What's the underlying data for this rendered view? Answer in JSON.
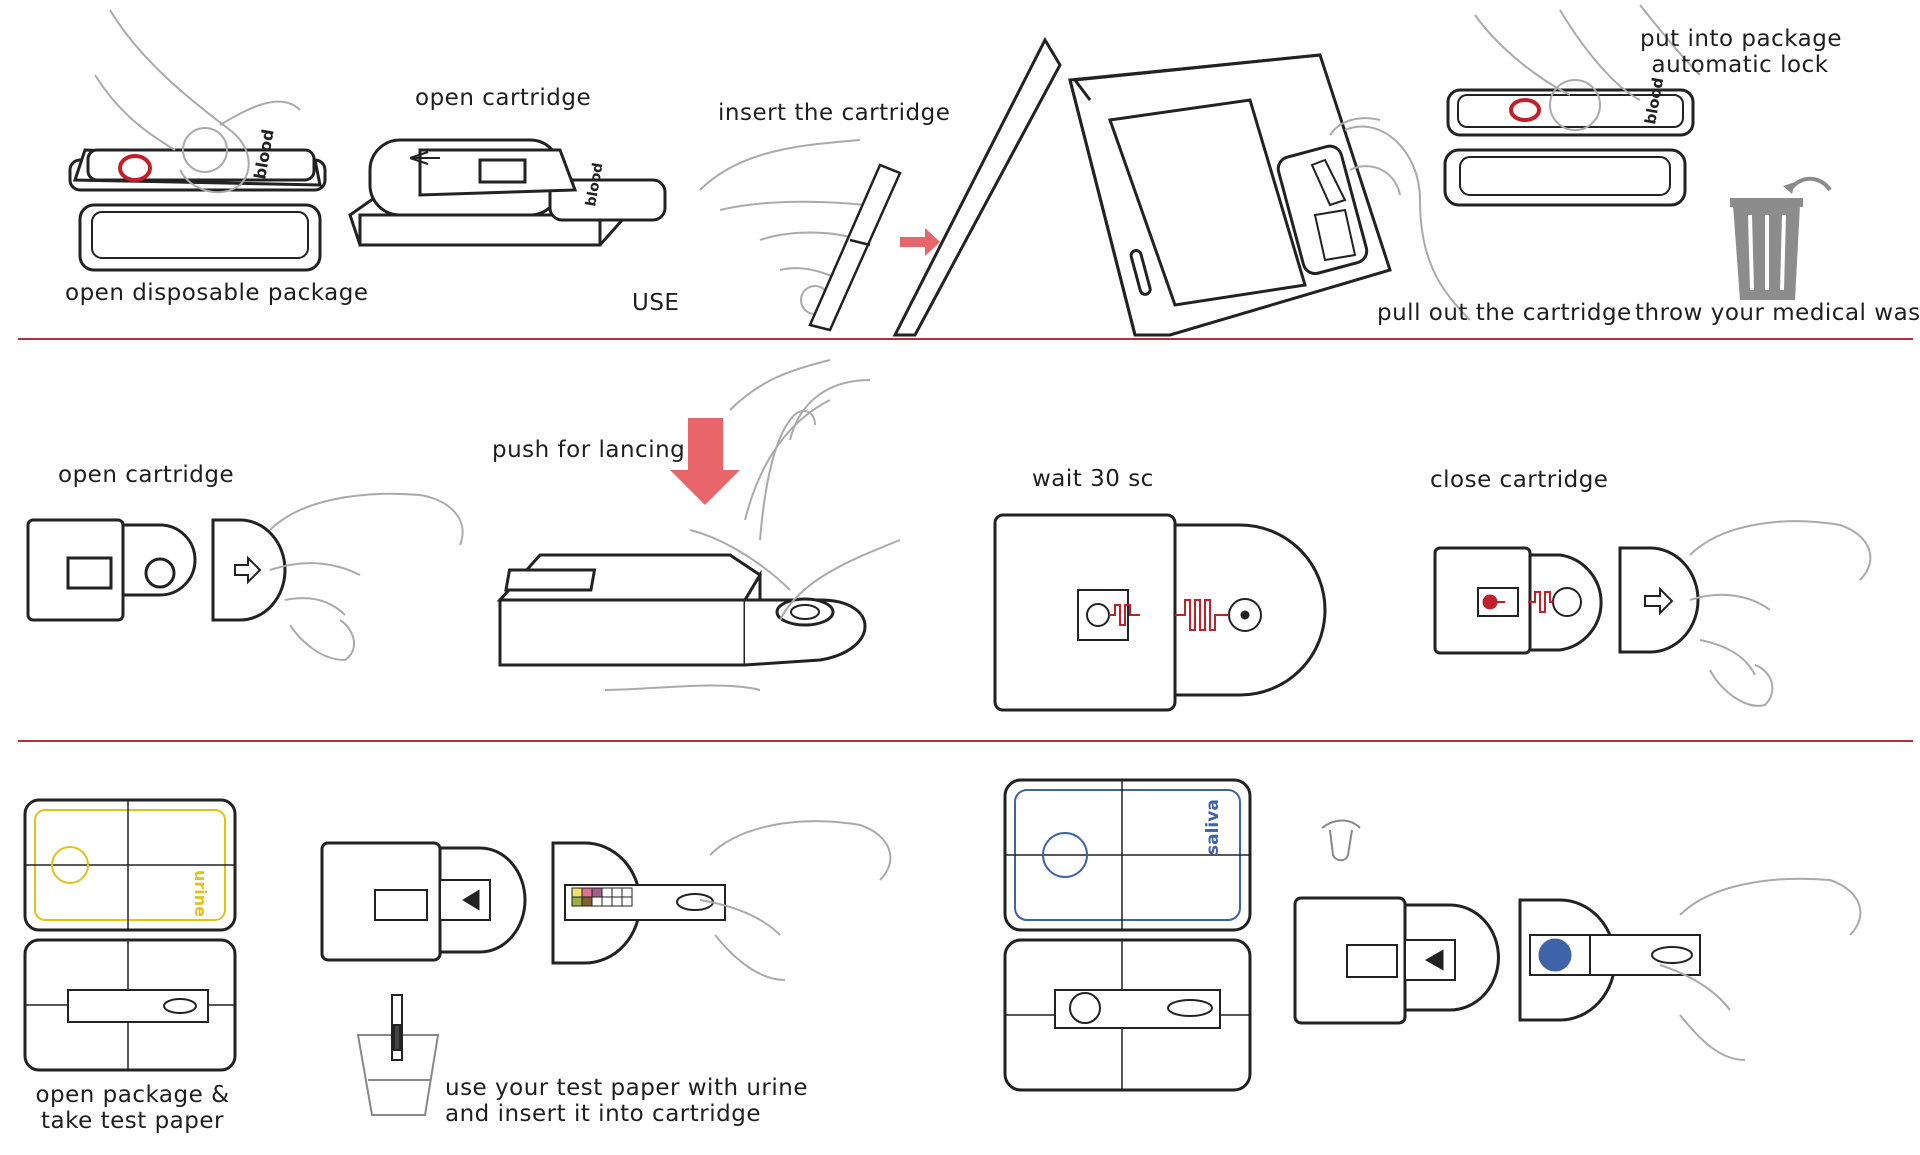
{
  "row1": {
    "step1": "open disposable package",
    "step2": "open cartridge",
    "use": "USE",
    "step3": "insert the cartridge",
    "step4": "pull out the cartridge",
    "step5_line1": "put into package",
    "step5_line2": "automatic lock",
    "step6": "throw your medical waste",
    "package_word": "blood"
  },
  "row2": {
    "step1": "open cartridge",
    "step2": "push for lancing",
    "step3": "wait 30 sc",
    "step4": "close cartridge"
  },
  "row3": {
    "urine_word": "urine",
    "saliva_word": "saliva",
    "step1_line1": "open package &",
    "step1_line2": "take test paper",
    "step2_line1": "use your test paper with urine",
    "step2_line2": "and insert it into cartridge"
  },
  "colors": {
    "divider": "#b0303a",
    "accent_red": "#e8666a",
    "blood": "#c0202a",
    "urine": "#e0c21a",
    "saliva_blue": "#3f63a8",
    "hand_grey": "#9a9a9a",
    "bin_grey": "#8c8c8c"
  }
}
